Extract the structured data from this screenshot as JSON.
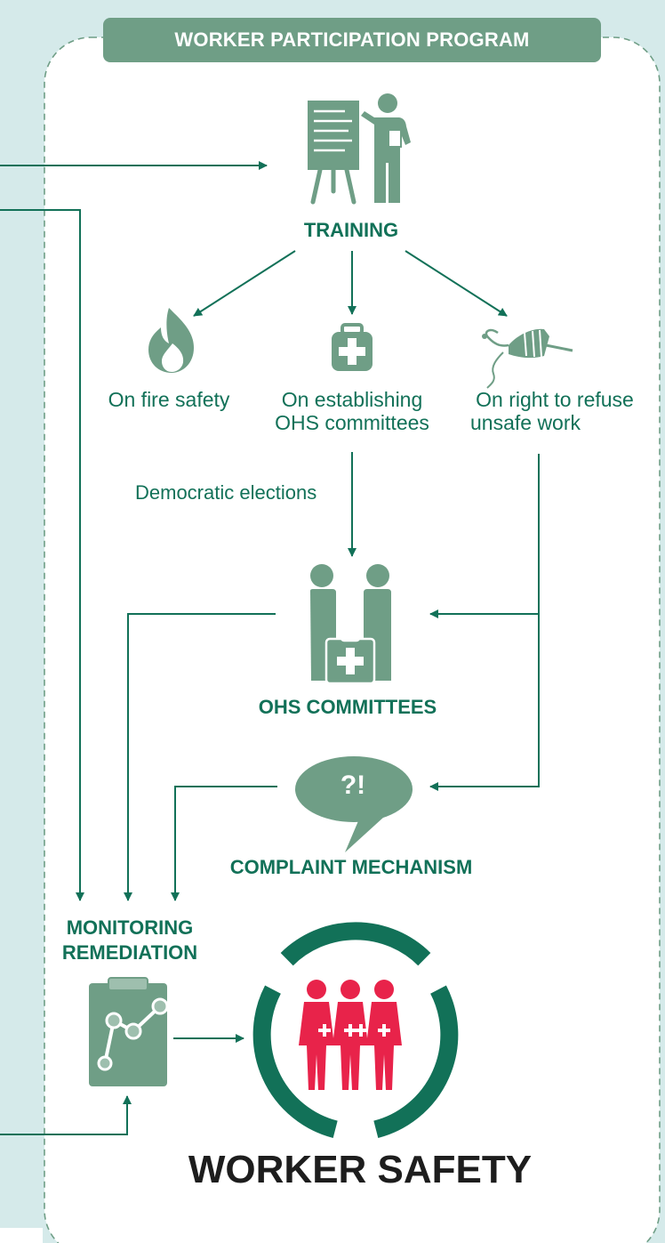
{
  "program_title": "WORKER PARTICIPATION PROGRAM",
  "training": {
    "label": "TRAINING"
  },
  "topics": {
    "fire": "On fire safety",
    "ohs_line1": "On establishing",
    "ohs_line2": "OHS committees",
    "refuse_line1": "On right to refuse",
    "refuse_line2": "unsafe work"
  },
  "democratic_elections": "Democratic elections",
  "ohs_committees": "OHS COMMITTEES",
  "complaint": {
    "glyph": "?!",
    "label": "COMPLAINT MECHANISM"
  },
  "monitoring": {
    "line1": "MONITORING",
    "line2": "REMEDIATION"
  },
  "worker_safety": "WORKER SAFETY",
  "icons": [
    "presenter-icon",
    "flame-icon",
    "first-aid-kit-icon",
    "hand-drill-icon",
    "committee-members-icon",
    "speech-bubble-icon",
    "clipboard-chart-icon",
    "workers-group-icon"
  ],
  "colors": {
    "dark_green": "#127158",
    "mid_green": "#6f9e86",
    "light_green": "#9ebfae",
    "light_teal": "#d5eaea",
    "red": "#e8234a",
    "dark_text": "#1d1d1d"
  }
}
